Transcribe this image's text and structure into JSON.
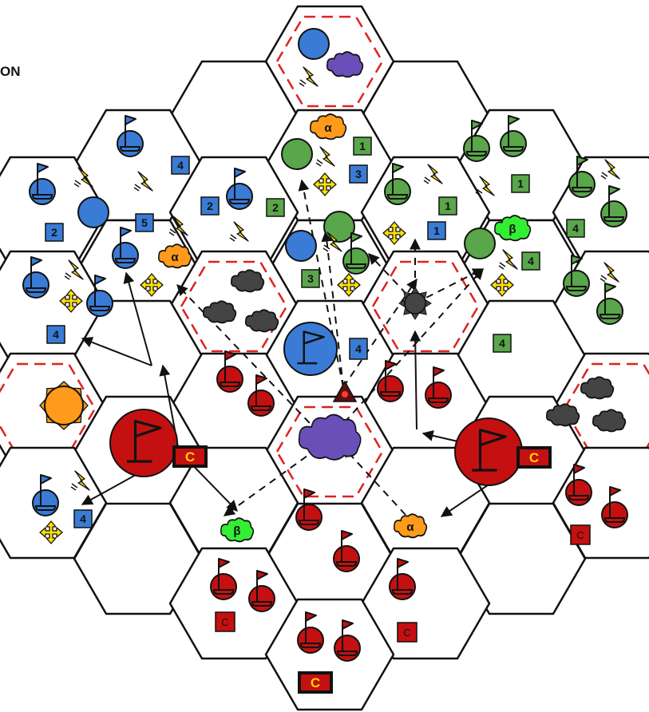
{
  "header": {
    "label": "ON"
  },
  "colors": {
    "blue": "#3a7bd5",
    "green": "#5aa64a",
    "red": "#c41010",
    "orange": "#ff9a1a",
    "purple": "#6a4fb8",
    "limegreen": "#33ee33",
    "storm": "#444444",
    "lightning": "#ffe000",
    "hex_border": "#111111",
    "special_border": "#dd2222"
  },
  "legend": {
    "lightning": "lightning-icon",
    "move": "move-arrows-icon",
    "flag": "flag-unit-icon",
    "alpha": "alpha-cloud-token",
    "beta": "beta-cloud-token",
    "storm": "storm-cloud-icon"
  },
  "tokens": {
    "blue_squares": [
      "4",
      "2",
      "5",
      "2",
      "4",
      "4",
      "3",
      "1"
    ],
    "green_squares": [
      "1",
      "2",
      "1",
      "1",
      "4",
      "4",
      "4",
      "3"
    ],
    "cloud_tags": {
      "alpha": "α",
      "beta": "β"
    },
    "capitals": {
      "big": "C",
      "small": "C"
    },
    "center_badge": "4"
  }
}
